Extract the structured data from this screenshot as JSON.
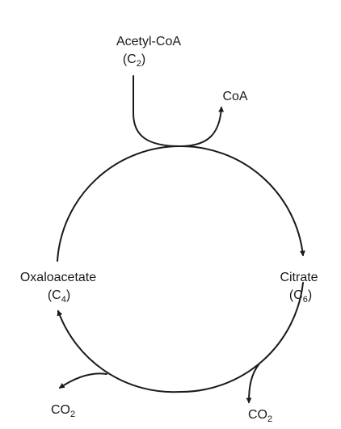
{
  "acetyl_coa": {
    "name": "Acetyl-CoA",
    "carbon": "C",
    "carbon_count": "2"
  },
  "coa": {
    "name": "CoA"
  },
  "citrate": {
    "name": "Citrate",
    "carbon": "C",
    "carbon_count": "6"
  },
  "oxaloacetate": {
    "name": "Oxaloacetate",
    "carbon": "C",
    "carbon_count": "4"
  },
  "co2_left": {
    "main": "CO",
    "sub": "2"
  },
  "co2_right": {
    "main": "CO",
    "sub": "2"
  },
  "colors": {
    "ink": "#1a1a1a",
    "background": "#ffffff"
  }
}
